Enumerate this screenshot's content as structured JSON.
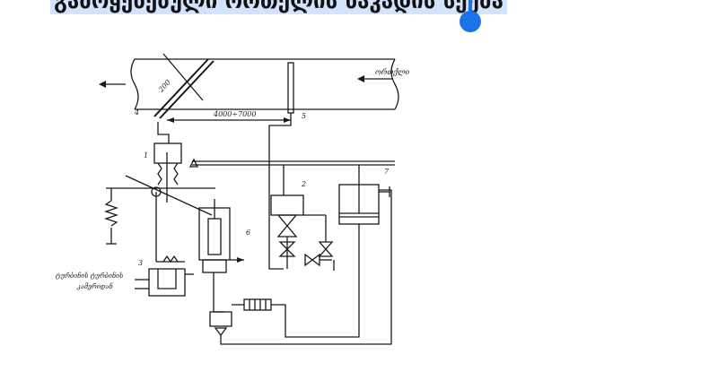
{
  "header": {
    "title": "გამოყენებული ორთქლის ნაკადის სქემა"
  },
  "diagram": {
    "dimension_a": "200",
    "dimension_b": "4000÷7000",
    "flow_label": "ორთქლი",
    "turbine_label_line1": "ტურბინის ტურბინის",
    "turbine_label_line2": "კამერიდან",
    "labels": [
      "1",
      "2",
      "3",
      "4",
      "5",
      "6",
      "7"
    ]
  },
  "colors": {
    "highlight": "#d3e3fb",
    "handle": "#1a73e8"
  }
}
